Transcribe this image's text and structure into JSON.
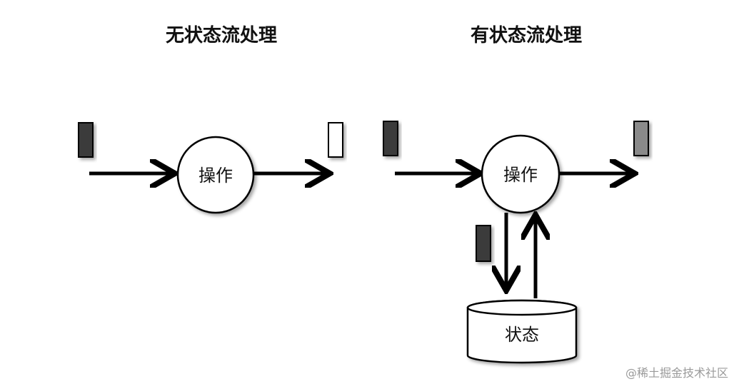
{
  "diagram": {
    "stateless": {
      "title": "无状态流处理",
      "operator_label": "操作",
      "input_event_color": "#3a3a3a",
      "output_event_color": "#ffffff"
    },
    "stateful": {
      "title": "有状态流处理",
      "operator_label": "操作",
      "state_label": "状态",
      "input_event_color": "#3a3a3a",
      "output_event_color": "#8a8a8a",
      "state_write_event_color": "#3a3a3a"
    }
  },
  "watermark": "@稀土掘金技术社区"
}
